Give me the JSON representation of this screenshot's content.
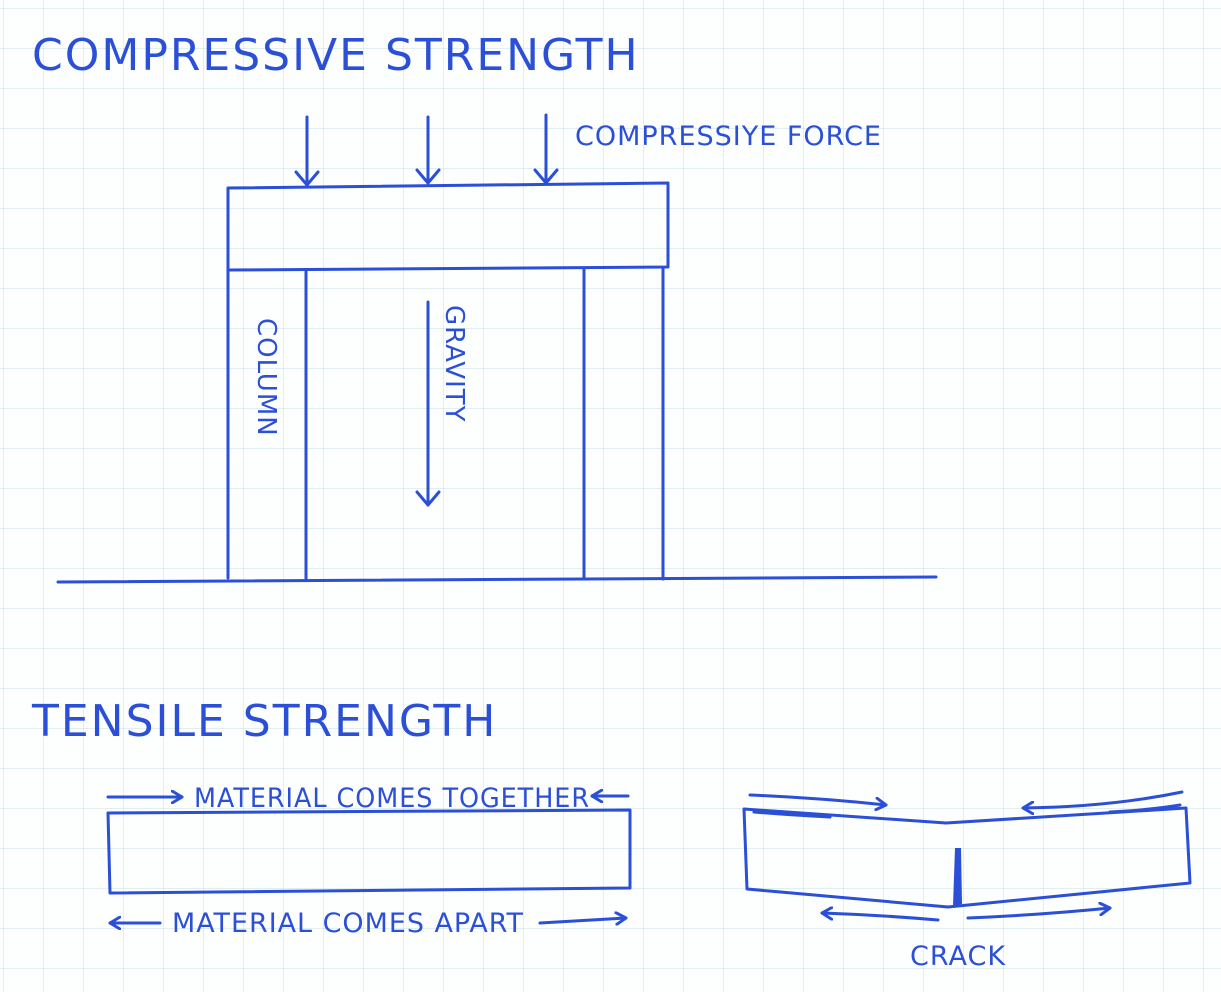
{
  "compressive": {
    "title": "COMPRESSIVE STRENGTH",
    "force_label": "COMPRESSIYE FORCE",
    "column_label": "COLUMN",
    "gravity_label": "GRAVITY"
  },
  "tensile": {
    "title": "TENSILE STRENGTH",
    "top_label": "MATERIAL COMES TOGETHER",
    "bottom_label": "MATERIAL COMES APART",
    "crack_label": "CRACK"
  },
  "ink_color": "#2b4fd6"
}
